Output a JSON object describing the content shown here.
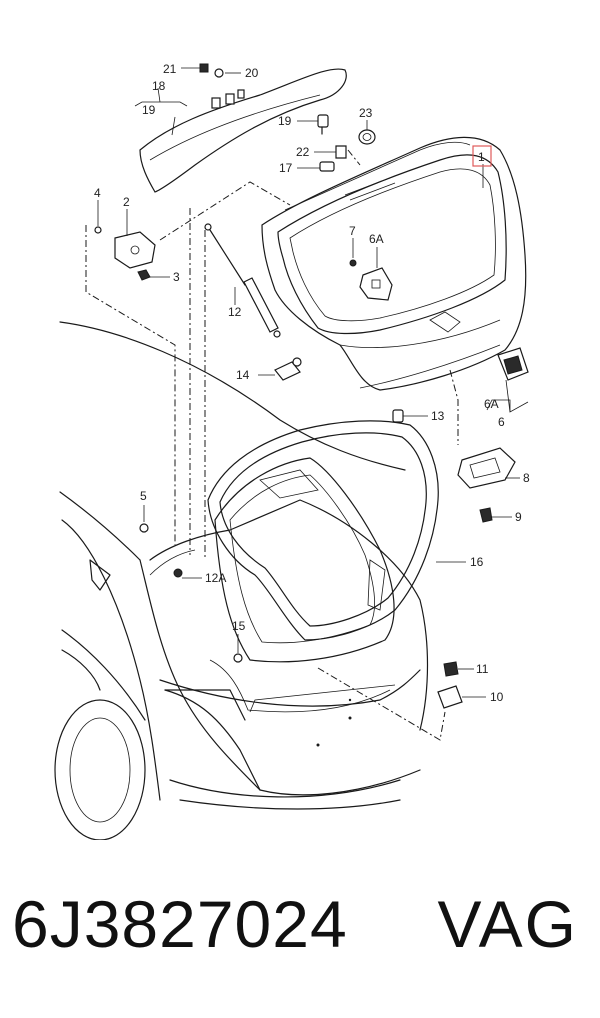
{
  "callouts": {
    "c1": "1",
    "c2": "2",
    "c3": "3",
    "c4": "4",
    "c5": "5",
    "c6": "6",
    "c6a_top": "6A",
    "c6a_right": "6A",
    "c7": "7",
    "c8": "8",
    "c9": "9",
    "c10": "10",
    "c11": "11",
    "c12": "12",
    "c12a": "12A",
    "c13": "13",
    "c14": "14",
    "c15": "15",
    "c16": "16",
    "c17": "17",
    "c18": "18",
    "c19": "19",
    "c19b": "19",
    "c20": "20",
    "c21": "21",
    "c22": "22",
    "c23": "23"
  },
  "highlight_color": "#e05a5a",
  "footer": {
    "part_number": "6J3827024",
    "brand": "VAG"
  }
}
